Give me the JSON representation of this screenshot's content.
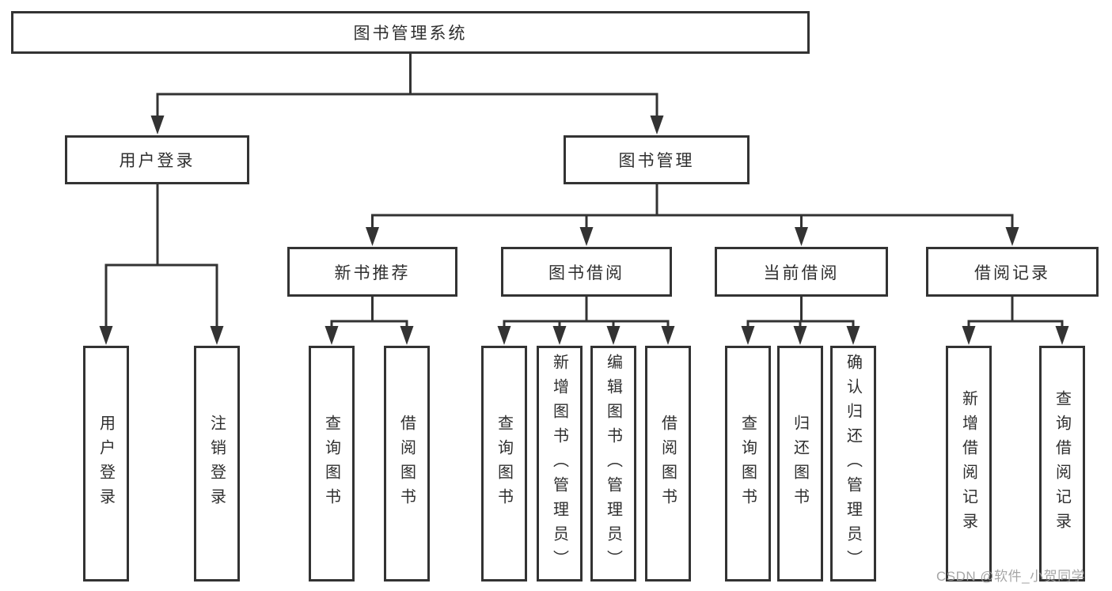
{
  "tree": {
    "root": {
      "label": "图书管理系统"
    },
    "branches": [
      {
        "label": "用户登录",
        "children": [
          {
            "label": "用户登录"
          },
          {
            "label": "注销登录"
          }
        ]
      },
      {
        "label": "图书管理",
        "sections": [
          {
            "label": "新书推荐",
            "children": [
              {
                "label": "查询图书"
              },
              {
                "label": "借阅图书"
              }
            ]
          },
          {
            "label": "图书借阅",
            "children": [
              {
                "label": "查询图书"
              },
              {
                "label": "新增图书（管理员）"
              },
              {
                "label": "编辑图书（管理员）"
              },
              {
                "label": "借阅图书"
              }
            ]
          },
          {
            "label": "当前借阅",
            "children": [
              {
                "label": "查询图书"
              },
              {
                "label": "归还图书"
              },
              {
                "label": "确认归还（管理员）"
              }
            ]
          },
          {
            "label": "借阅记录",
            "children": [
              {
                "label": "新增借阅记录"
              },
              {
                "label": "查询借阅记录"
              }
            ]
          }
        ]
      }
    ]
  },
  "watermark": {
    "text": "CSDN @软件_小贺同学"
  },
  "colors": {
    "line": "#333333",
    "text": "#2f2f2f",
    "background": "#ffffff",
    "watermark": "#9e9e9e"
  }
}
